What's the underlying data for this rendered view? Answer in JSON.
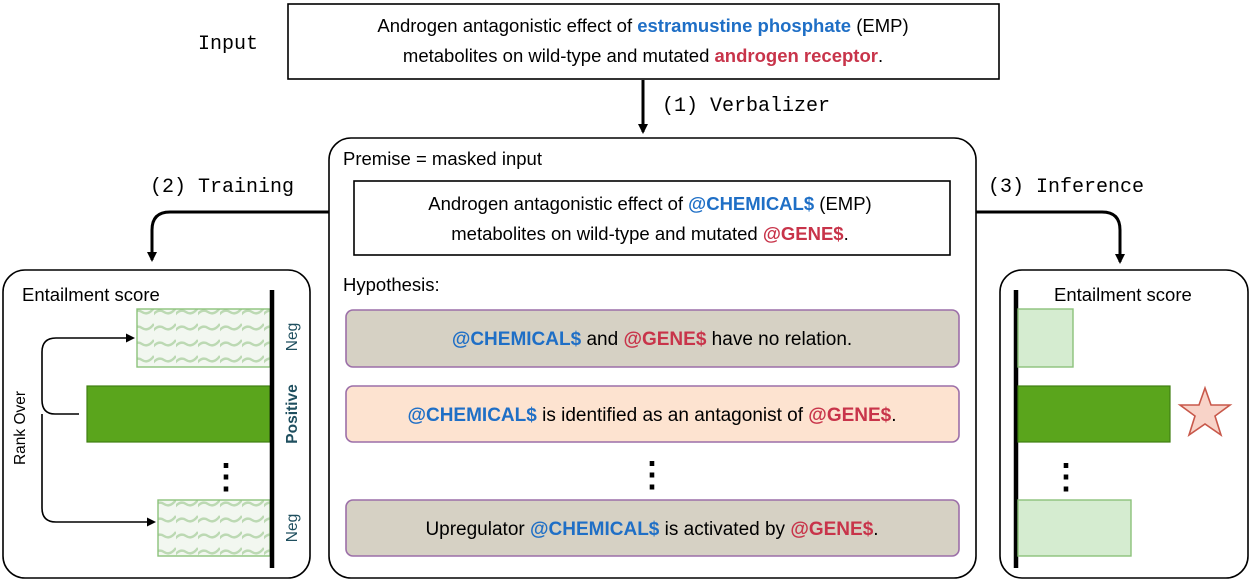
{
  "input": {
    "label": "Input",
    "line1": {
      "pre": "Androgen antagonistic effect of ",
      "chem": "estramustine phosphate",
      "post": " (EMP)"
    },
    "line2": {
      "pre": "metabolites on wild-type and mutated ",
      "gene": "androgen receptor",
      "post": "."
    }
  },
  "steps": {
    "verbalizer": "(1) Verbalizer",
    "training": "(2) Training",
    "inference": "(3) Inference"
  },
  "center": {
    "premise_label": "Premise = masked input",
    "masked": {
      "line1": {
        "pre": "Androgen antagonistic effect of ",
        "chem": "@CHEMICAL$",
        "post": " (EMP)"
      },
      "line2": {
        "pre": "metabolites on wild-type and mutated ",
        "gene": "@GENE$",
        "post": "."
      }
    },
    "hypothesis_label": "Hypothesis:",
    "hyp1": {
      "chem": "@CHEMICAL$",
      "mid": " and ",
      "gene": "@GENE$",
      "post": " have no relation."
    },
    "hyp2": {
      "chem": "@CHEMICAL$",
      "mid": " is identified as an antagonist of ",
      "gene": "@GENE$",
      "post": "."
    },
    "hyp3": {
      "pre": "Upregulator ",
      "chem": "@CHEMICAL$",
      "mid": " is activated by ",
      "gene": "@GENE$",
      "post": "."
    },
    "ellipsis": "⋮"
  },
  "left": {
    "title": "Entailment score",
    "rank_label": "Rank Over",
    "labels": {
      "neg_top": "Neg",
      "positive": "Positive",
      "neg_bottom": "Neg"
    },
    "ellipsis": "⋮"
  },
  "right": {
    "title": "Entailment score",
    "ellipsis": "⋮",
    "star": "star-icon"
  },
  "colors": {
    "chemical": "#1f6fc6",
    "gene": "#c8344a",
    "positive_bar": "#5aa51c",
    "neg_bar_fill": "#eaf3e6",
    "neg_bar_border": "#8cc27a",
    "hyp_gray": "#d6d1c4",
    "hyp_peach": "#fde3d0",
    "hyp_border": "#9c6fa8",
    "star_fill": "#f8d3c8",
    "star_stroke": "#c8584a",
    "label_teal": "#1f4f5f"
  }
}
